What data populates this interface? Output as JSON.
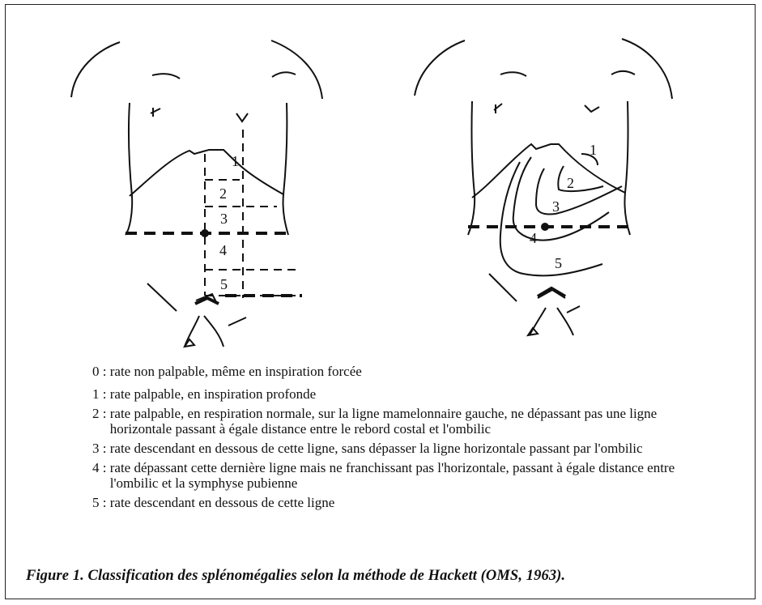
{
  "left_diagram": {
    "labels": [
      "1",
      "2",
      "3",
      "4",
      "5"
    ]
  },
  "right_diagram": {
    "labels": [
      "1",
      "2",
      "3",
      "4",
      "5"
    ]
  },
  "legend": [
    {
      "key": "0 : ",
      "text": "rate non palpable, même en inspiration forcée"
    },
    {
      "key": "1 : ",
      "text": "rate palpable, en inspiration profonde"
    },
    {
      "key": "2 : ",
      "text": "rate palpable, en respiration normale, sur la ligne mamelonnaire gauche, ne dépassant pas une ligne horizontale passant à égale distance entre le rebord costal et l'ombilic"
    },
    {
      "key": "3 : ",
      "text": "rate descendant en dessous de cette ligne, sans dépasser la ligne horizontale passant par l'ombilic"
    },
    {
      "key": "4 : ",
      "text": "rate dépassant cette dernière ligne mais ne franchissant pas l'horizontale, passant à égale distance entre l'ombilic et la symphyse pubienne"
    },
    {
      "key": "5 : ",
      "text": "rate descendant en dessous de cette ligne"
    }
  ],
  "caption": "Figure 1. Classification des splénomégalies selon la méthode de Hackett (OMS, 1963)."
}
